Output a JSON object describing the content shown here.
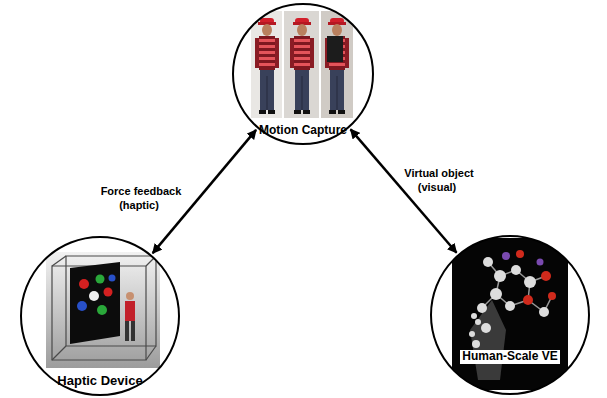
{
  "diagram": {
    "nodes": [
      {
        "text": [
          "Motion Capture"
        ]
      },
      {
        "text": [
          "Haptic Device"
        ]
      },
      {
        "text": [
          "Human-Scale VE"
        ]
      }
    ],
    "edges": [
      {
        "from": 1,
        "to": 0,
        "arrow": "both",
        "label": "Force feedback (haptic)"
      },
      {
        "from": 0,
        "to": 2,
        "arrow": "both",
        "label": "Virtual object (visual)"
      }
    ]
  }
}
